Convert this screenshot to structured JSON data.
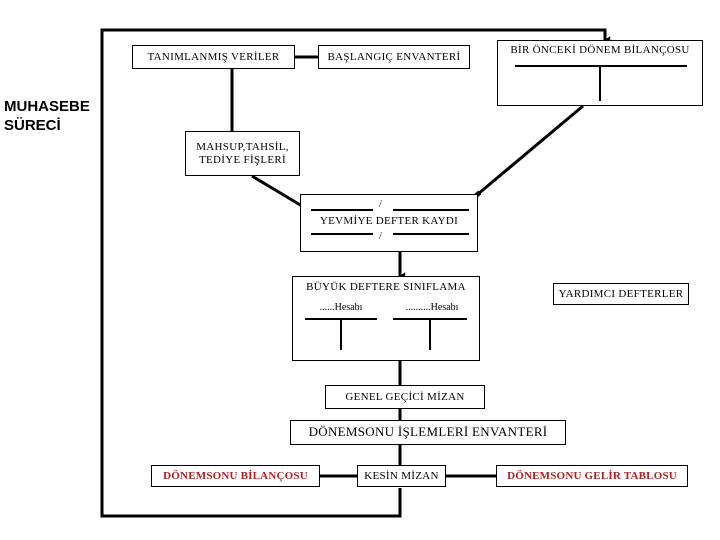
{
  "diagram": {
    "title": "MUHASEBE SÜRECİ",
    "side_label": "MUHASEBE\nSÜRECİ",
    "accent_red": "#B02020",
    "line_color": "#000000",
    "background": "#FFFFFF"
  },
  "nodes": {
    "tanimlanmis_veriler": {
      "label": "TANIMLANMIŞ VERİLER"
    },
    "baslangic_envanteri": {
      "label": "BAŞLANGIÇ ENVANTERİ"
    },
    "bir_onceki_donem_bilancosu": {
      "label": "BİR ÖNCEKİ DÖNEM BİLANÇOSU"
    },
    "mahsup_fisleri": {
      "label_line1": "MAHSUP,TAHSİL,",
      "label_line2": "TEDİYE FİŞLERİ"
    },
    "yevmiye_defter_kaydi": {
      "label": "YEVMİYE DEFTER KAYDI",
      "slash_top": "/",
      "slash_bottom": "/"
    },
    "buyuk_deftere_siniflama": {
      "label": "BÜYÜK DEFTERE SINIFLAMA",
      "account_left": "......Hesabı",
      "account_right": "..........Hesabı"
    },
    "yardimci_defterler": {
      "label": "YARDIMCI DEFTERLER"
    },
    "genel_gecici_mizan": {
      "label": "GENEL GEÇİCİ MİZAN"
    },
    "donemsonu_islemleri_envanteri": {
      "label": "DÖNEMSONU İŞLEMLERİ ENVANTERİ"
    },
    "donemsonu_bilancosu": {
      "label": "DÖNEMSONU BİLANÇOSU"
    },
    "kesin_mizan": {
      "label": "KESİN MİZAN"
    },
    "donemsonu_gelir_tablosu": {
      "label": "DÖNEMSONU GELİR TABLOSU"
    }
  },
  "flow_order": [
    "TANIMLANMIŞ VERİLER",
    "BAŞLANGIÇ ENVANTERİ",
    "BİR ÖNCEKİ DÖNEM BİLANÇOSU",
    "MAHSUP,TAHSİL, TEDİYE FİŞLERİ",
    "YEVMİYE DEFTER KAYDI",
    "BÜYÜK DEFTERE SINIFLAMA",
    "GENEL GEÇİCİ MİZAN",
    "DÖNEMSONU İŞLEMLERİ ENVANTERİ",
    "KESİN MİZAN",
    "DÖNEMSONU BİLANÇOSU",
    "DÖNEMSONU GELİR TABLOSU"
  ]
}
